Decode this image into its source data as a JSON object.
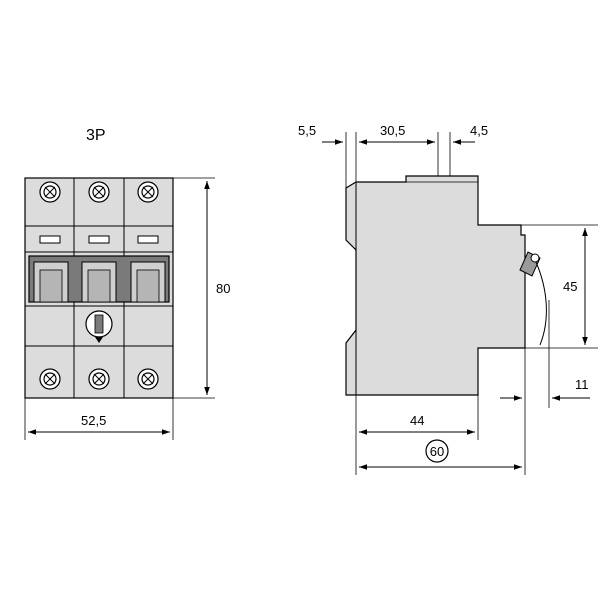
{
  "front_view": {
    "title": "3P",
    "width_label": "52,5",
    "height_label": "80"
  },
  "side_view": {
    "dim_top_left": "5,5",
    "dim_top_mid": "30,5",
    "dim_top_right": "4,5",
    "dim_right_height": "45",
    "dim_right_small": "11",
    "dim_bottom_depth": "44",
    "dim_bottom_total": "60"
  },
  "colors": {
    "body_fill": "#dcdcdc",
    "stroke": "#000000"
  }
}
